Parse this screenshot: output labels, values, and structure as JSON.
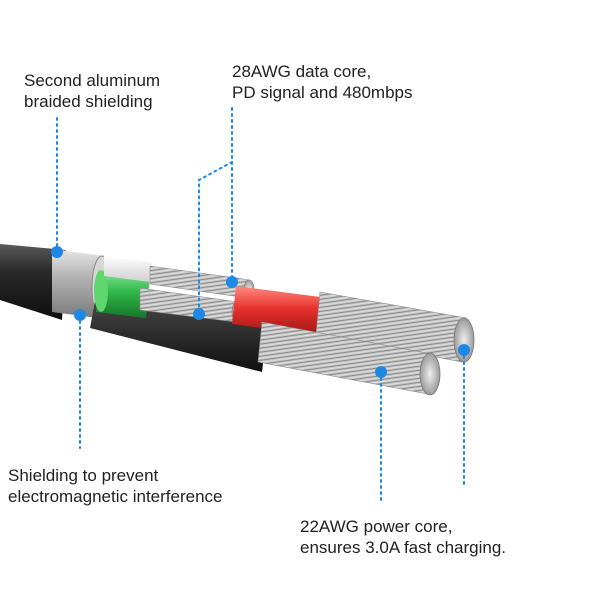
{
  "callouts": {
    "aluminum_shielding": {
      "line1": "Second aluminum",
      "line2": "braided shielding"
    },
    "data_core": {
      "line1": "28AWG data core,",
      "line2": "PD signal and 480mbps"
    },
    "emi_shielding": {
      "line1": "Shielding to prevent",
      "line2": "electromagnetic interference"
    },
    "power_core": {
      "line1": "22AWG power core,",
      "line2": "ensures 3.0A fast charging."
    }
  },
  "colors": {
    "leader_line": "#1e88e5",
    "outer_jacket": "#2b2b2b",
    "green_wire": "#2fb84a",
    "red_wire": "#e8322e",
    "white_wire": "#f2f2f2",
    "strands": "#b8b8b8"
  }
}
